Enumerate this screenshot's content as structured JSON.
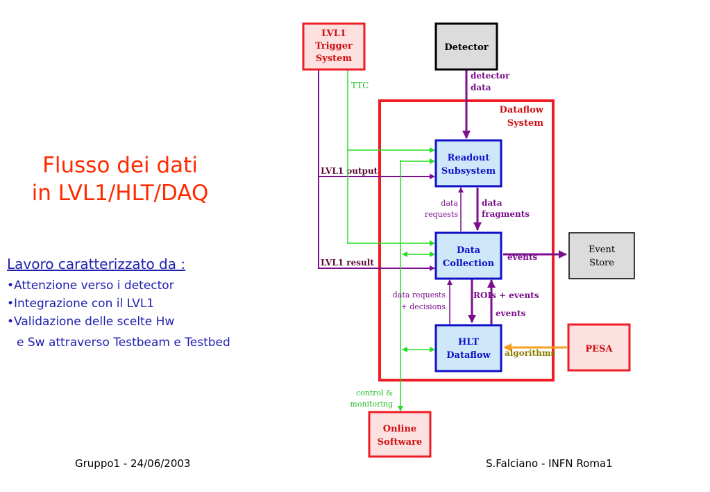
{
  "title": {
    "line1": "Flusso dei dati",
    "line2": "in LVL1/HLT/DAQ"
  },
  "subtitle": "Lavoro caratterizzato da :",
  "bullets": [
    "•Attenzione verso i detector",
    "•Integrazione con il LVL1",
    "•Validazione delle scelte Hw",
    "e Sw attraverso Testbeam e Testbed"
  ],
  "footer": {
    "left": "Gruppo1 - 24/06/2003",
    "right": "S.Falciano - INFN Roma1"
  },
  "diagram": {
    "boxes": {
      "lvl1": [
        "LVL1",
        "Trigger",
        "System"
      ],
      "detector": [
        "Detector"
      ],
      "readout": [
        "Readout",
        "Subsystem"
      ],
      "data_collection": [
        "Data",
        "Collection"
      ],
      "hlt_dataflow": [
        "HLT",
        "Dataflow"
      ],
      "event_store": [
        "Event",
        "Store"
      ],
      "pesa": [
        "PESA"
      ],
      "online": [
        "Online",
        "Software"
      ]
    },
    "dataflow_system": [
      "Dataflow",
      "System"
    ],
    "labels": {
      "detector_data": [
        "detector",
        "data"
      ],
      "ttc": "TTC",
      "lvl1_output": "LVL1 output",
      "lvl1_result": "LVL1 result",
      "data_requests": [
        "data",
        "requests"
      ],
      "data_fragments": [
        "data",
        "fragments"
      ],
      "events_to_store": "events",
      "data_requests_decisions": [
        "data requests",
        "+ decisions"
      ],
      "rois_events": "ROIs + events",
      "events": "events",
      "algorithms": "algorithms",
      "control_monitoring": [
        "control &",
        "monitoring"
      ]
    },
    "colors": {
      "red": "#ee1c24",
      "purple": "#7b0f8c",
      "green": "#22dd22",
      "blue": "#1010c8",
      "orange": "#f5a020",
      "olive": "#8b7a00",
      "box_fill_blue": "#cfe8f9",
      "box_fill_red": "#fde0e0",
      "box_fill_gray": "#dcdcdc"
    }
  }
}
